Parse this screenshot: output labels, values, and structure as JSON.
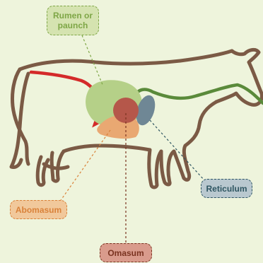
{
  "labels": {
    "rumen": "Rumen or paunch",
    "reticulum": "Reticulum",
    "abomasum": "Abomasum",
    "omasum": "Omasum"
  },
  "colors": {
    "background": "#eef4dc",
    "cow_outline": "#7b5a45",
    "esophagus": "#d42a2a",
    "intestine": "#5a8a3a",
    "rumen": "#b5d088",
    "reticulum": "#6f8795",
    "abomasum": "#e9a872",
    "omasum": "#b5574a"
  }
}
